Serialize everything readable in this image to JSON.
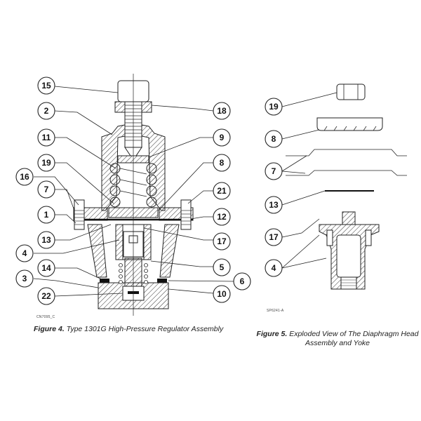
{
  "figure4": {
    "code": "CN7095_C",
    "caption_label": "Figure 4.",
    "caption_text": " Type 1301G High-Pressure Regulator Assembly",
    "callouts_left": [
      "15",
      "2",
      "11",
      "19",
      "16",
      "7",
      "1",
      "13",
      "4",
      "14",
      "3",
      "22"
    ],
    "callouts_right": [
      "18",
      "9",
      "8",
      "21",
      "12",
      "17",
      "5",
      "6",
      "10"
    ]
  },
  "figure5": {
    "code": "SP6241-A",
    "caption_label": "Figure 5.",
    "caption_text": " Exploded View of The Diaphragm Head",
    "caption_text_line2": "Assembly and Yoke",
    "callouts": [
      "19",
      "8",
      "7",
      "13",
      "17",
      "4"
    ]
  }
}
